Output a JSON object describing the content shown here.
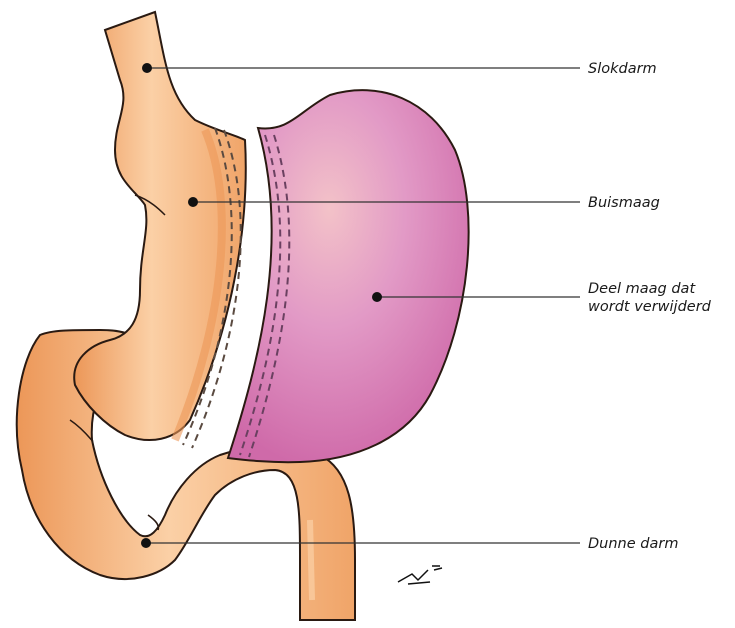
{
  "labels": {
    "slokdarm": "Slokdarm",
    "buismaag": "Buismaag",
    "deel_maag_line1": "Deel maag dat",
    "deel_maag_line2": "wordt verwijderd",
    "dunne_darm": "Dunne darm"
  },
  "colors": {
    "organ_fill": "#f4b37a",
    "organ_shade": "#ec9758",
    "organ_highlight": "#fbd0a6",
    "stomach_fill": "#dd86bd",
    "stomach_shade": "#cf6aa9",
    "stomach_highlight": "#f3c2c8",
    "outline": "#2a1a12"
  }
}
